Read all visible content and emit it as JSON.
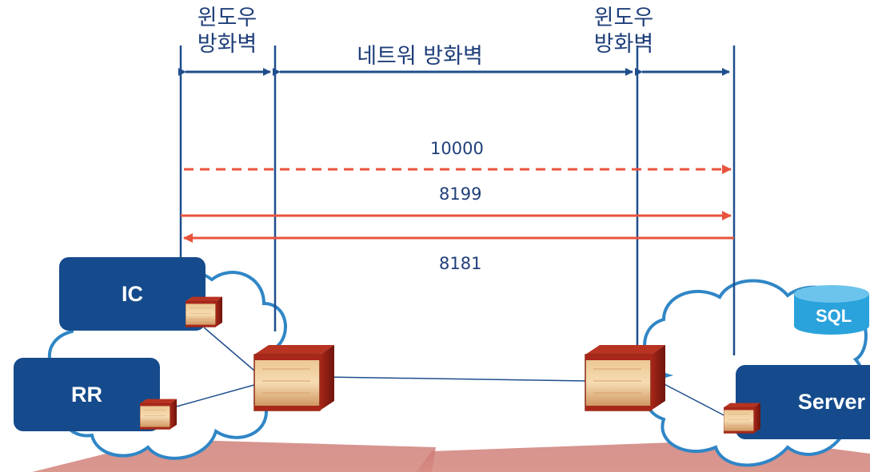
{
  "labels": {
    "windows_firewall_left_line1": "윈도우",
    "windows_firewall_left_line2": "방화벽",
    "network_firewall": "네트워 방화벽",
    "windows_firewall_right_line1": "윈도우",
    "windows_firewall_right_line2": "방화벽"
  },
  "ports": {
    "port_10000": "10000",
    "port_8199": "8199",
    "port_8181": "8181"
  },
  "nodes": {
    "ic": "IC",
    "rr": "RR",
    "sql": "SQL",
    "server": "Server"
  },
  "colors": {
    "accent_blue": "#154b8c",
    "line_blue": "#1f4e8c",
    "arrow_red": "#e8533d",
    "cloud_stroke": "#2f86c6",
    "sql_color": "#2aa2dc",
    "floor": "#c9706a"
  }
}
